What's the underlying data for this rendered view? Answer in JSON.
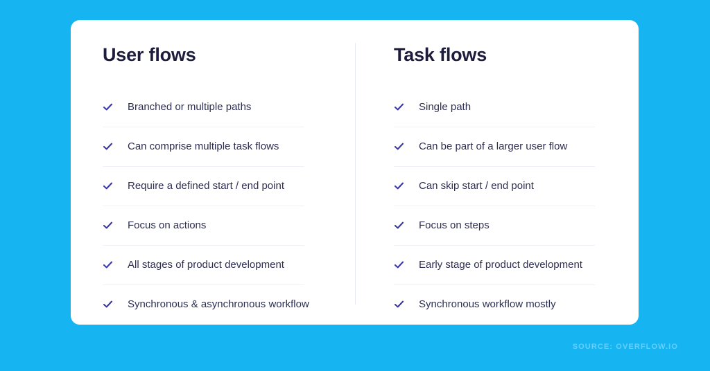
{
  "theme": {
    "background_color": "#17b4f2",
    "card_color": "#ffffff",
    "heading_color": "#1c1d3c",
    "item_text_color": "#2d2f52",
    "check_color": "#3a36a8",
    "divider_color": "#e7e9f3",
    "separator_color": "#f0f1f8",
    "source_color": "#68cdf7"
  },
  "card": {
    "columns": [
      {
        "title": "User flows",
        "items": [
          {
            "icon": "check-icon",
            "label": "Branched or multiple paths"
          },
          {
            "icon": "check-icon",
            "label": "Can comprise multiple task flows"
          },
          {
            "icon": "check-icon",
            "label": "Require a defined start / end point"
          },
          {
            "icon": "check-icon",
            "label": "Focus on actions"
          },
          {
            "icon": "check-icon",
            "label": "All stages of product development"
          },
          {
            "icon": "check-icon",
            "label": "Synchronous & asynchronous workflow"
          }
        ]
      },
      {
        "title": "Task flows",
        "items": [
          {
            "icon": "check-icon",
            "label": "Single path"
          },
          {
            "icon": "check-icon",
            "label": "Can be part of a larger user flow"
          },
          {
            "icon": "check-icon",
            "label": "Can skip start / end point"
          },
          {
            "icon": "check-icon",
            "label": "Focus on steps"
          },
          {
            "icon": "check-icon",
            "label": "Early stage of product development"
          },
          {
            "icon": "check-icon",
            "label": "Synchronous workflow mostly"
          }
        ]
      }
    ]
  },
  "footer": {
    "source": "SOURCE: OVERFLOW.IO"
  }
}
